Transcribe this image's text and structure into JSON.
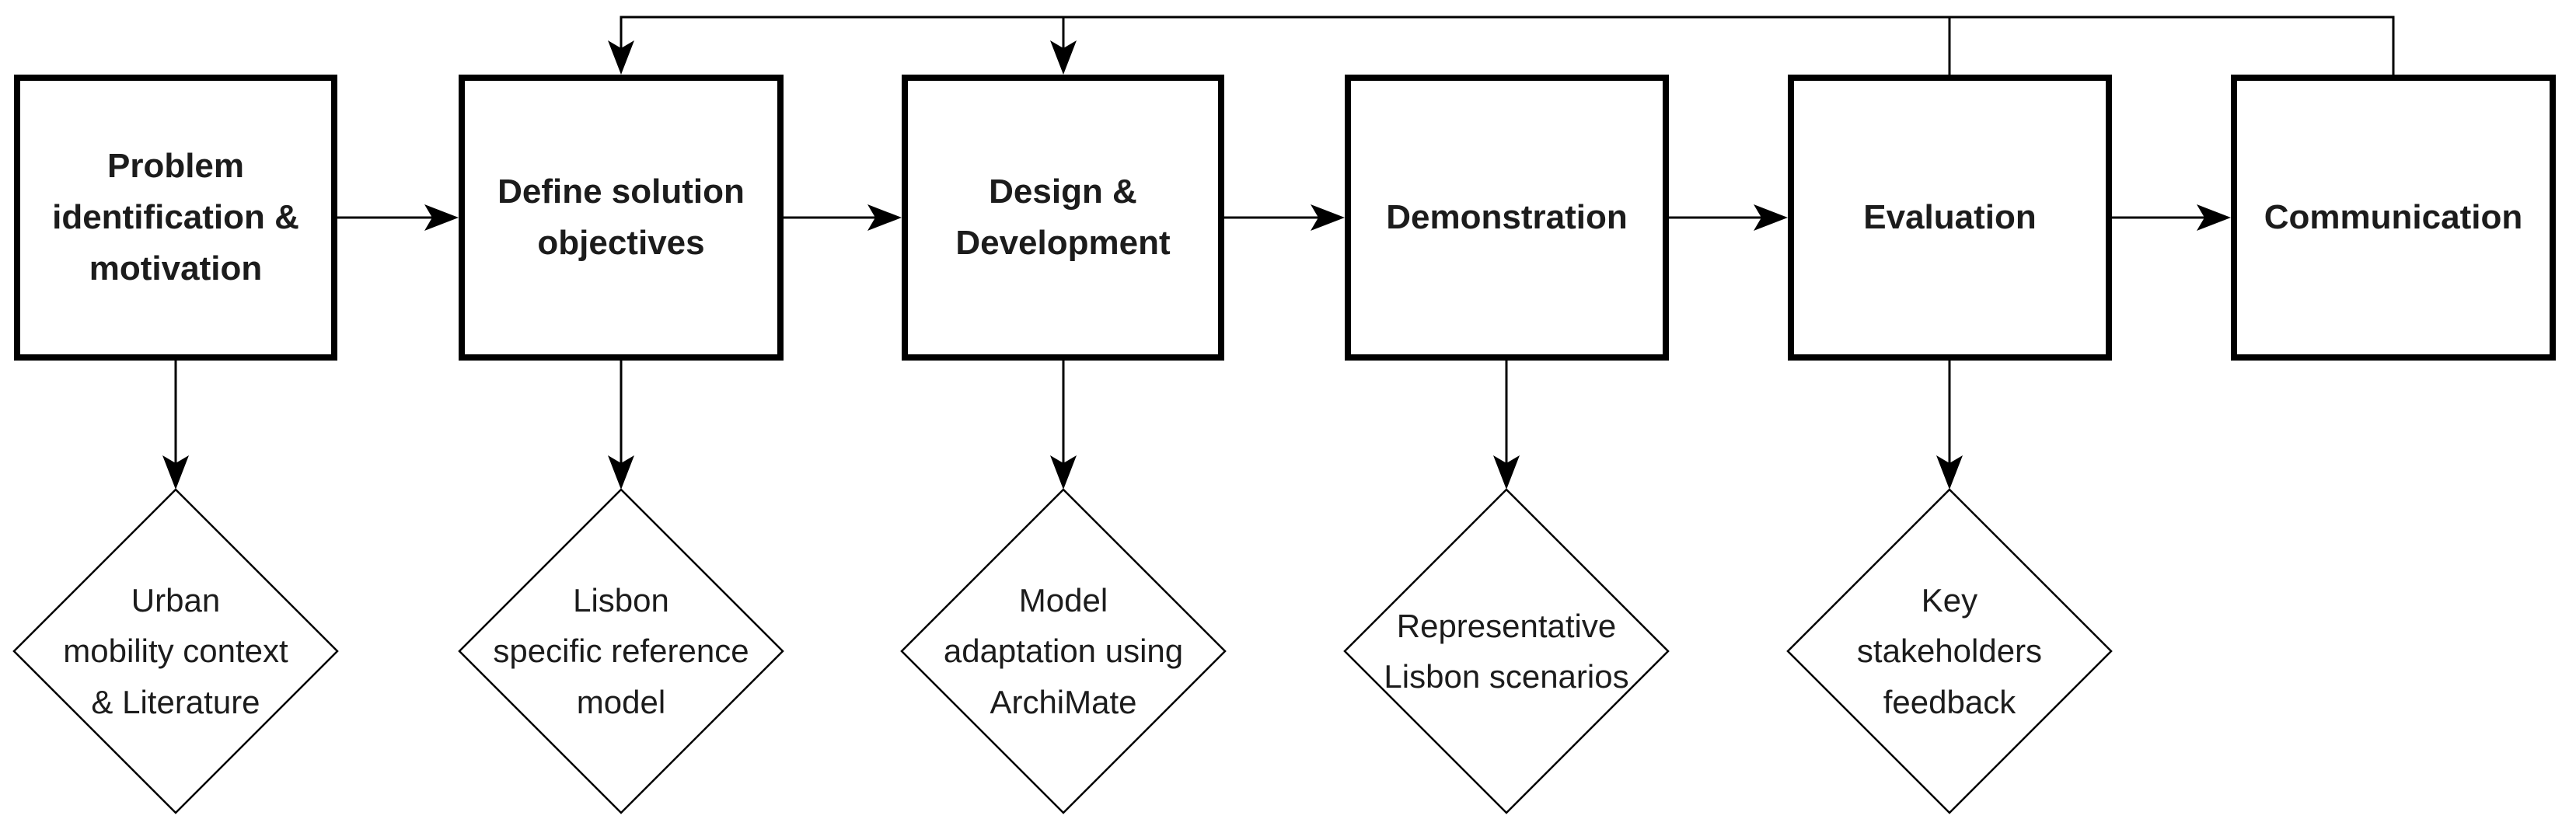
{
  "diagram": {
    "boxes": [
      {
        "label": "Problem\nidentification &\nmotivation"
      },
      {
        "label": "Define solution\nobjectives"
      },
      {
        "label": "Design &\nDevelopment"
      },
      {
        "label": "Demonstration"
      },
      {
        "label": "Evaluation"
      },
      {
        "label": "Communication"
      }
    ],
    "diamonds": [
      {
        "label": "Urban\nmobility context\n& Literature"
      },
      {
        "label": "Lisbon\nspecific reference\nmodel"
      },
      {
        "label": "Model\nadaptation using\nArchiMate"
      },
      {
        "label": "Representative\nLisbon scenarios"
      },
      {
        "label": "Key\nstakeholders\nfeedback"
      }
    ],
    "colors": {
      "line": "#000000",
      "background": "#ffffff",
      "text": "#1c1c1c"
    }
  }
}
